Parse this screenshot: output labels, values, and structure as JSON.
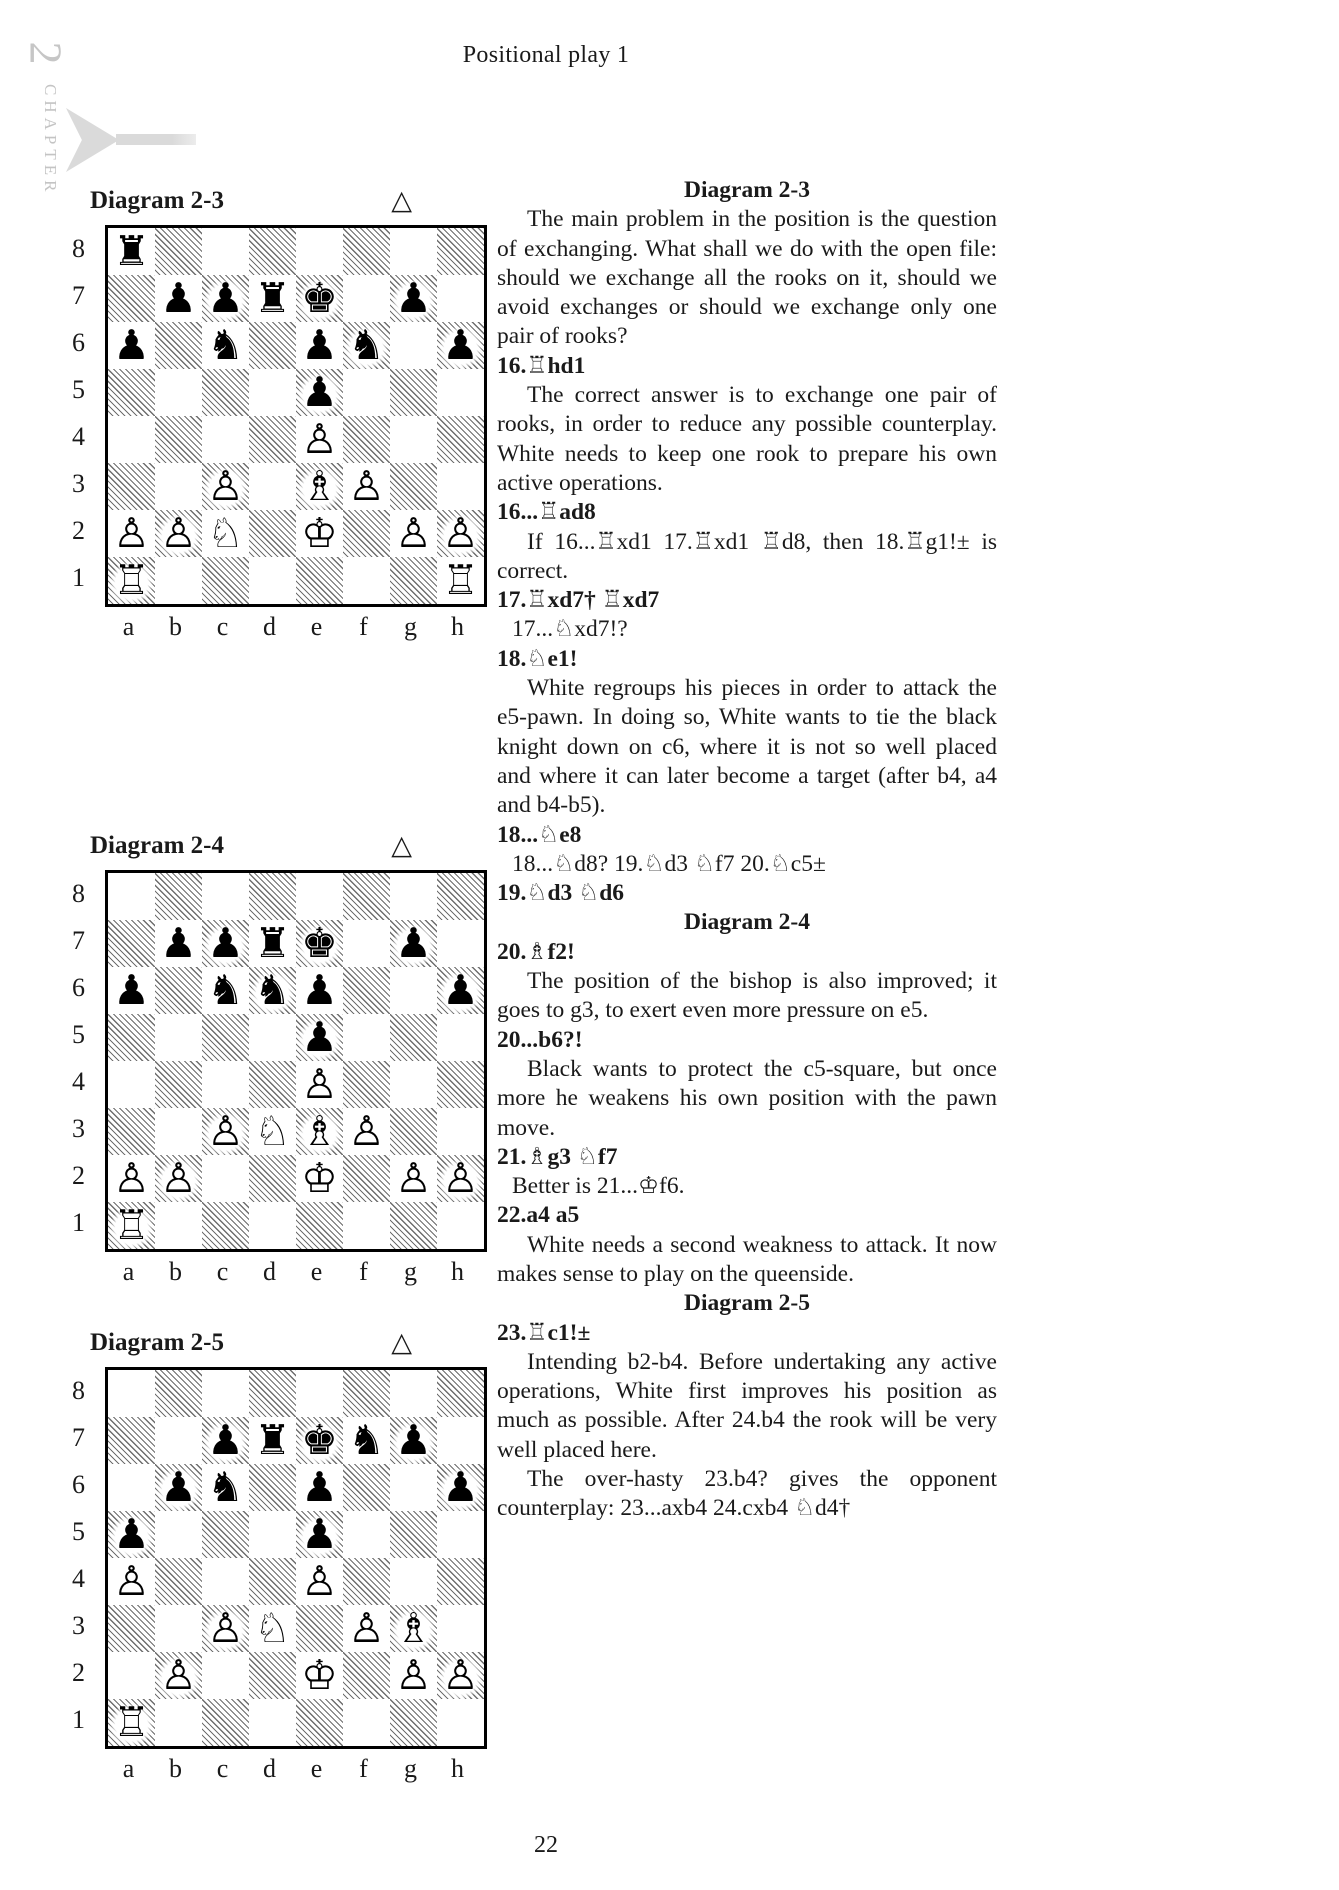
{
  "page": {
    "running_head": "Positional play 1",
    "page_number": "22"
  },
  "chapter": {
    "word": "CHAPTER",
    "number": "2"
  },
  "board_meta": {
    "files": [
      "a",
      "b",
      "c",
      "d",
      "e",
      "f",
      "g",
      "h"
    ],
    "ranks": [
      "8",
      "7",
      "6",
      "5",
      "4",
      "3",
      "2",
      "1"
    ],
    "to_move_symbol": "△"
  },
  "piece_glyphs": {
    "K": "♔",
    "Q": "♕",
    "R": "♖",
    "B": "♗",
    "N": "♘",
    "P": "♙",
    "k": "♚",
    "q": "♛",
    "r": "♜",
    "b": "♝",
    "n": "♞",
    "p": "♟"
  },
  "diagrams": [
    {
      "title": "Diagram 2-3",
      "to_move": "white",
      "position": [
        "r.......",
        ".pprk.p.",
        "p.n.pn.p",
        "....p...",
        "....P...",
        "..P.BP..",
        "PPN.K.PP",
        "R......R"
      ]
    },
    {
      "title": "Diagram 2-4",
      "to_move": "white",
      "position": [
        "........",
        ".pprk.p.",
        "p.nnp..p",
        "....p...",
        "....P...",
        "..PNBP..",
        "PP..K.PP",
        "R......."
      ]
    },
    {
      "title": "Diagram 2-5",
      "to_move": "white",
      "position": [
        "........",
        "..prknp.",
        ".pn.p..p",
        "p...p...",
        "P...P...",
        "..PN.PB.",
        ".P..K.PP",
        "R......."
      ]
    }
  ],
  "article": [
    {
      "type": "ref",
      "text": "Diagram 2-3"
    },
    {
      "type": "para",
      "text": "The main problem in the position is the question of exchanging. What shall we do with the open file: should we exchange all the rooks on it, should we avoid exchanges or should we exchange only one pair of rooks?"
    },
    {
      "type": "move",
      "text": "16.♖hd1"
    },
    {
      "type": "para",
      "text": "The correct answer is to exchange one pair of rooks, in order to reduce any possible counterplay. White needs to keep one rook to prepare his own active operations."
    },
    {
      "type": "move",
      "text": "16...♖ad8"
    },
    {
      "type": "para",
      "text": "If 16...♖xd1 17.♖xd1 ♖d8, then 18.♖g1!± is correct."
    },
    {
      "type": "move",
      "text": "17.♖xd7† ♖xd7"
    },
    {
      "type": "variation",
      "text": "17...♘xd7!?"
    },
    {
      "type": "move",
      "text": "18.♘e1!"
    },
    {
      "type": "para",
      "text": "White regroups his pieces in order to attack the e5-pawn. In doing so, White wants to tie the black knight down on c6, where it is not so well placed and where it can later become a target (after b4, a4 and b4-b5)."
    },
    {
      "type": "move",
      "text": "18...♘e8"
    },
    {
      "type": "variation",
      "text": "18...♘d8? 19.♘d3 ♘f7 20.♘c5±"
    },
    {
      "type": "move",
      "text": "19.♘d3 ♘d6"
    },
    {
      "type": "ref",
      "text": "Diagram 2-4"
    },
    {
      "type": "move",
      "text": "20.♗f2!"
    },
    {
      "type": "para",
      "text": "The position of the bishop is also improved; it goes to g3, to exert even more pressure on e5."
    },
    {
      "type": "move",
      "text": "20...b6?!"
    },
    {
      "type": "para",
      "text": "Black wants to protect the c5-square, but once more he weakens his own position with the pawn move."
    },
    {
      "type": "move",
      "text": "21.♗g3 ♘f7"
    },
    {
      "type": "variation",
      "text": "Better is 21...♔f6."
    },
    {
      "type": "move",
      "text": "22.a4 a5"
    },
    {
      "type": "para",
      "text": "White needs a second weakness to attack. It now makes sense to play on the queenside."
    },
    {
      "type": "ref",
      "text": "Diagram 2-5"
    },
    {
      "type": "move",
      "text": "23.♖c1!±"
    },
    {
      "type": "para",
      "text": "Intending b2-b4. Before undertaking any active operations, White first improves his position as much as possible. After 24.b4 the rook will be very well placed here."
    },
    {
      "type": "para",
      "text": "The over-hasty 23.b4? gives the opponent counterplay: 23...axb4 24.cxb4 ♘d4†"
    }
  ]
}
